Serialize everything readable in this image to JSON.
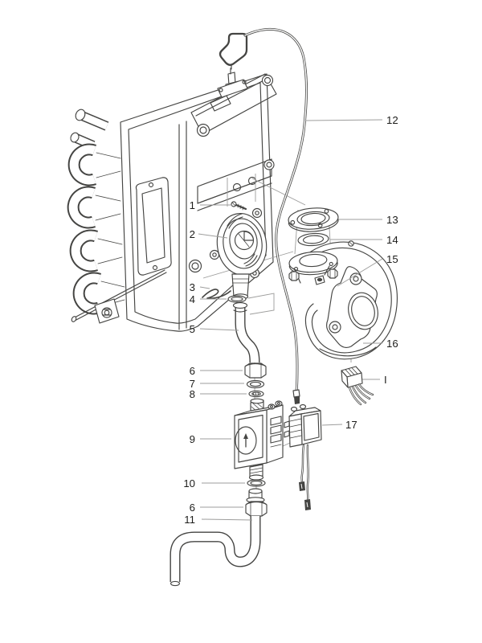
{
  "diagram": {
    "type": "exploded-parts-diagram",
    "background": "#ffffff",
    "line_color": "#454543",
    "leader_color": "#9d9d9c",
    "label_color": "#1d1d1b",
    "callouts": [
      {
        "id": "callout-1",
        "label": "1"
      },
      {
        "id": "callout-2",
        "label": "2"
      },
      {
        "id": "callout-3",
        "label": "3"
      },
      {
        "id": "callout-4",
        "label": "4"
      },
      {
        "id": "callout-5",
        "label": "5"
      },
      {
        "id": "callout-6-upper",
        "label": "6"
      },
      {
        "id": "callout-7",
        "label": "7"
      },
      {
        "id": "callout-8",
        "label": "8"
      },
      {
        "id": "callout-9",
        "label": "9"
      },
      {
        "id": "callout-10",
        "label": "10"
      },
      {
        "id": "callout-6-lower",
        "label": "6"
      },
      {
        "id": "callout-11",
        "label": "11"
      },
      {
        "id": "callout-12",
        "label": "12"
      },
      {
        "id": "callout-13",
        "label": "13"
      },
      {
        "id": "callout-14",
        "label": "14"
      },
      {
        "id": "callout-15",
        "label": "15"
      },
      {
        "id": "callout-16",
        "label": "16"
      },
      {
        "id": "callout-I",
        "label": "I"
      },
      {
        "id": "callout-17",
        "label": "17"
      }
    ]
  }
}
